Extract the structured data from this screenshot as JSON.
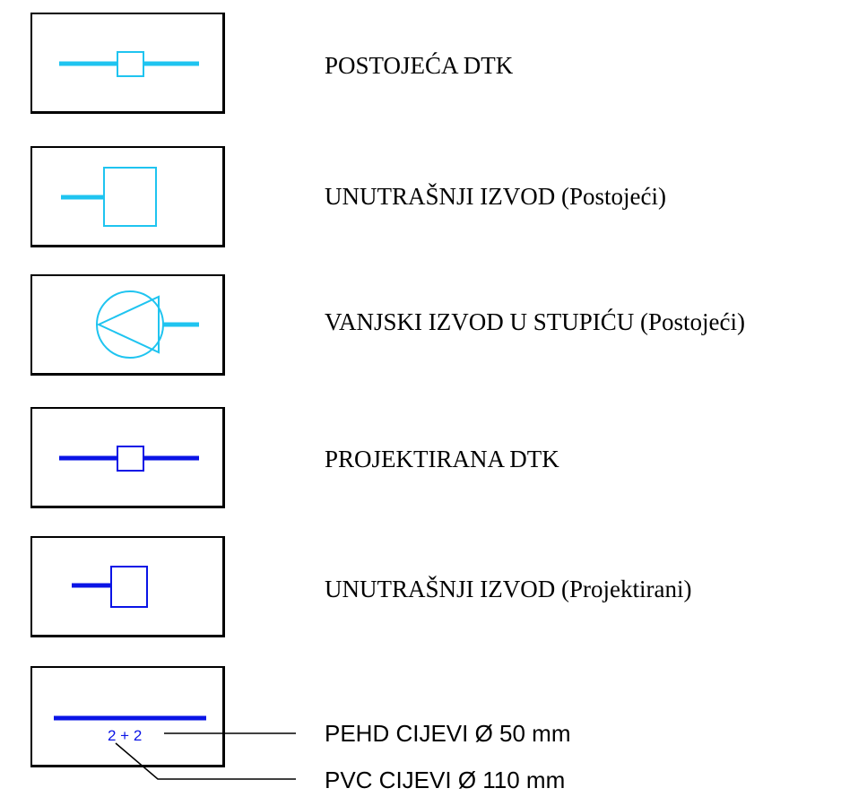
{
  "colors": {
    "existing": "#1fc4f0",
    "projected": "#0a14e6",
    "border": "#000000"
  },
  "legend": [
    {
      "id": "postojeca-dtk",
      "label": "POSTOJEĆA DTK",
      "icon": "duct-with-manhole-existing"
    },
    {
      "id": "unutarnji-izvod-postojeci",
      "label": "UNUTRAŠNJI IZVOD (Postojeći)",
      "icon": "internal-outlet-existing"
    },
    {
      "id": "vanjski-izvod-postojeci",
      "label": "VANJSKI IZVOD U STUPIĆU (Postojeći)",
      "icon": "external-outlet-pillar-existing"
    },
    {
      "id": "projektirana-dtk",
      "label": "PROJEKTIRANA DTK",
      "icon": "duct-with-manhole-projected"
    },
    {
      "id": "unutarnji-izvod-projektirani",
      "label": "UNUTRAŠNJI IZVOD (Projektirani)",
      "icon": "internal-outlet-projected"
    }
  ],
  "pipes": {
    "count_label": "2 + 2",
    "pehd_label": "PEHD CIJEVI Ø 50 mm",
    "pvc_label": "PVC CIJEVI Ø 110 mm"
  }
}
